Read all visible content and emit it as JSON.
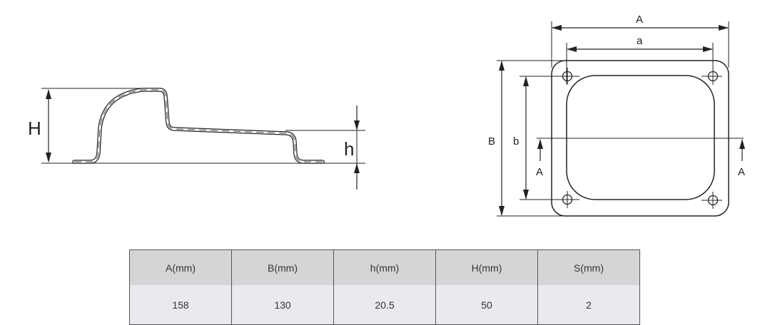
{
  "side_view": {
    "labels": {
      "height_total": "H",
      "height_step": "h"
    }
  },
  "top_view": {
    "labels": {
      "outer_width": "A",
      "hole_spacing_width": "a",
      "outer_length": "B",
      "hole_spacing_length": "b",
      "section_left": "A",
      "section_right": "A"
    }
  },
  "spec_table": {
    "headers": [
      "A(mm)",
      "B(mm)",
      "h(mm)",
      "H(mm)",
      "S(mm)"
    ],
    "rows": [
      [
        "158",
        "130",
        "20.5",
        "50",
        "2"
      ]
    ]
  },
  "colors": {
    "line": "#222222",
    "table_header_bg": "#d5d5d7",
    "table_row_bg": "#e9e9ee",
    "table_border": "#555555"
  }
}
